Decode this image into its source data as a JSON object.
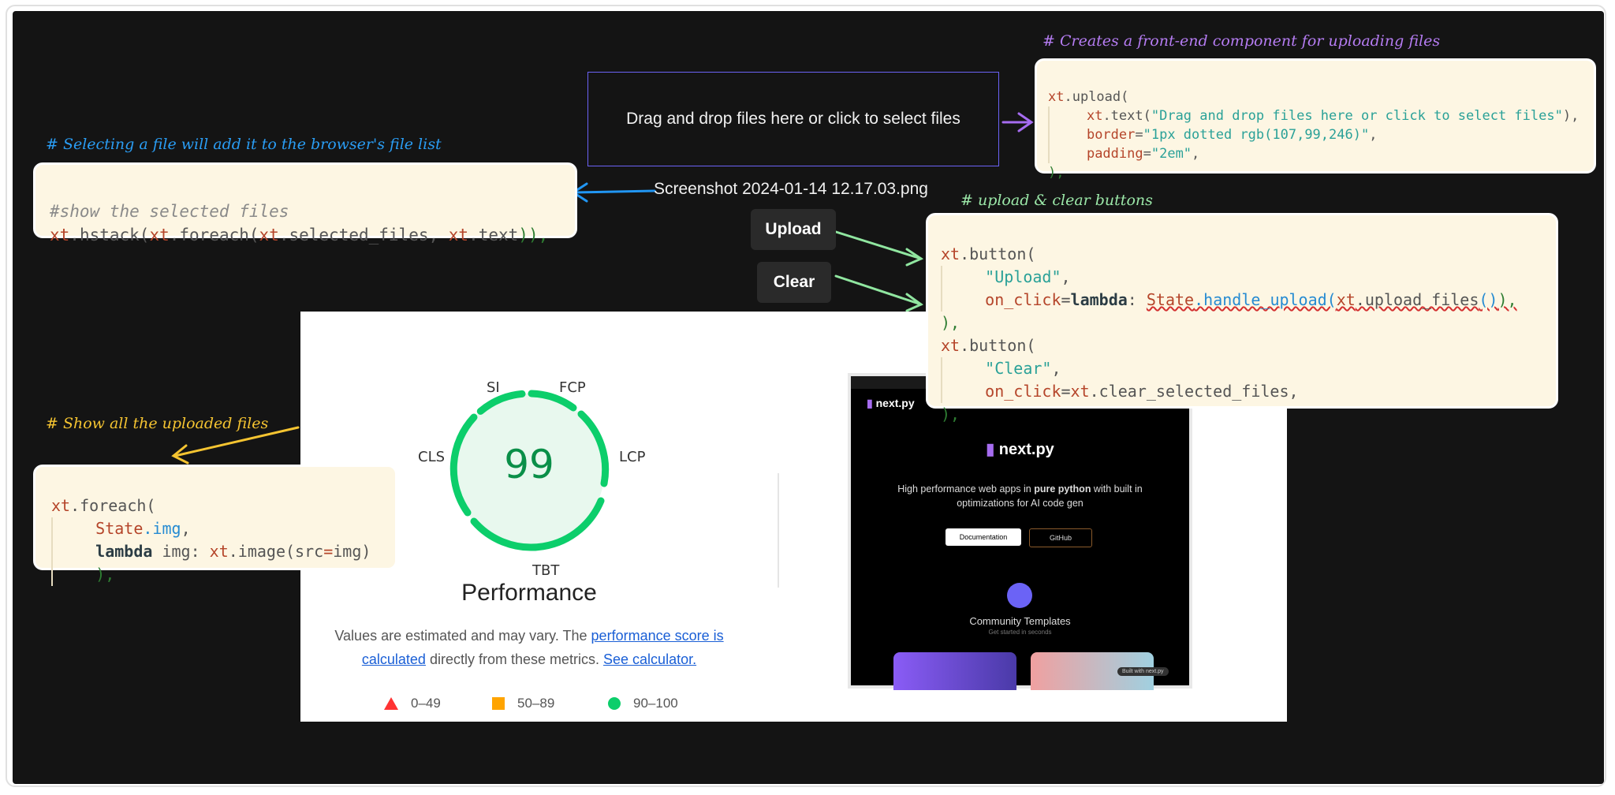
{
  "annotations": {
    "upload_component": "# Creates a front-end component for uploading files",
    "selected_files": "# Selecting a file will add it to the browser's file list",
    "buttons": "# upload & clear buttons",
    "uploaded_files": "# Show all the uploaded files"
  },
  "dropzone": {
    "text": "Drag and drop files here or click to select files"
  },
  "selected_file": "Screenshot 2024-01-14 12.17.03.png",
  "buttons": {
    "upload": "Upload",
    "clear": "Clear"
  },
  "code_upload": {
    "l1a": "xt",
    "l1b": ".upload(",
    "l2a": "xt",
    "l2b": ".text(",
    "l2c": "\"Drag and drop files here or click to select files\"",
    "l2d": "),",
    "l3a": "border",
    "l3b": "=",
    "l3c": "\"1px dotted rgb(107,99,246)\"",
    "l3d": ",",
    "l4a": "padding",
    "l4b": "=",
    "l4c": "\"2em\"",
    "l4d": ",",
    "l5": "),"
  },
  "code_selected": {
    "comment": "#show the selected files",
    "a": "xt",
    "b": ".hstack(",
    "c": "xt",
    "d": ".foreach(",
    "e": "xt",
    "f": ".selected_files, ",
    "g": "xt",
    "h": ".text",
    "i": ")),"
  },
  "code_buttons": {
    "l1a": "xt",
    "l1b": ".button(",
    "l2": "\"Upload\"",
    "l2b": ",",
    "l3a": "on_click",
    "l3b": "=",
    "l3c": "lambda",
    "l3d": ": ",
    "l3e": "State",
    "l3f": ".handle_upload(",
    "l3g": "xt",
    "l3h": ".upload_files",
    "l3i": "()",
    "l3j": "),",
    "l4": "),",
    "l5a": "xt",
    "l5b": ".button(",
    "l6": "\"Clear\"",
    "l6b": ",",
    "l7a": "on_click",
    "l7b": "=",
    "l7c": "xt",
    "l7d": ".clear_selected_files,",
    "l8": "),"
  },
  "code_uploaded": {
    "l1a": "xt",
    "l1b": ".foreach(",
    "l2a": "State",
    "l2b": ".img",
    "l2c": ",",
    "l3a": "lambda",
    "l3b": " img: ",
    "l3c": "xt",
    "l3d": ".image(src",
    "l3e": "=",
    "l3f": "img)",
    "l4": "),"
  },
  "report": {
    "score": "99",
    "metrics": {
      "si": "SI",
      "fcp": "FCP",
      "cls": "CLS",
      "lcp": "LCP",
      "tbt": "TBT"
    },
    "title": "Performance",
    "desc1": "Values are estimated and may vary. The ",
    "desc_link1": "performance score is",
    "desc_link1b": "calculated",
    "desc2": " directly from these metrics. ",
    "desc_link2": "See calculator.",
    "legend": [
      "0–49",
      "50–89",
      "90–100"
    ]
  },
  "preview": {
    "brand": "next.py",
    "tagline_a": "High performance web apps in ",
    "tagline_b": "pure python",
    "tagline_c": " with built in",
    "tagline_d": "optimizations for AI code gen",
    "docs_btn": "Documentation",
    "github_btn": "GitHub",
    "templates_title": "Community Templates",
    "templates_sub": "Get started in seconds",
    "badge": "Built with next.py"
  },
  "colors": {
    "canvas": "#141414",
    "purple": "#a66cf0",
    "blue": "#2196f3",
    "green": "#90e6a0",
    "yellow": "#f5c431",
    "score_green": "#0cce6b"
  }
}
